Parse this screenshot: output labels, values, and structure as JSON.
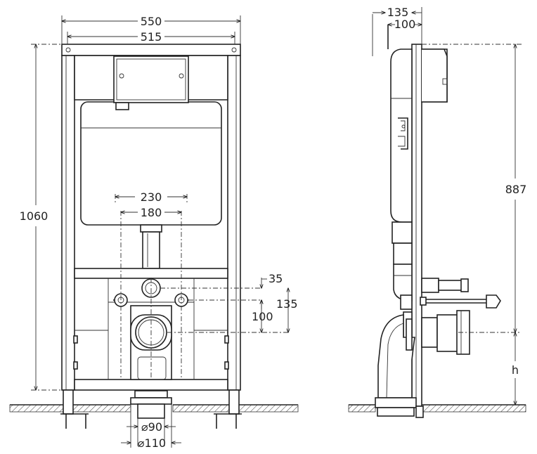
{
  "dimensions": {
    "overall_width": "550",
    "inner_width": "515",
    "overall_height": "1060",
    "dist_230": "230",
    "dist_180": "180",
    "offset_35": "35",
    "offset_135": "135",
    "offset_100": "100",
    "side_135": "135",
    "side_100": "100",
    "height_887": "887",
    "height_h": "h",
    "pipe_d90": "⌀90",
    "pipe_d110": "⌀110"
  }
}
